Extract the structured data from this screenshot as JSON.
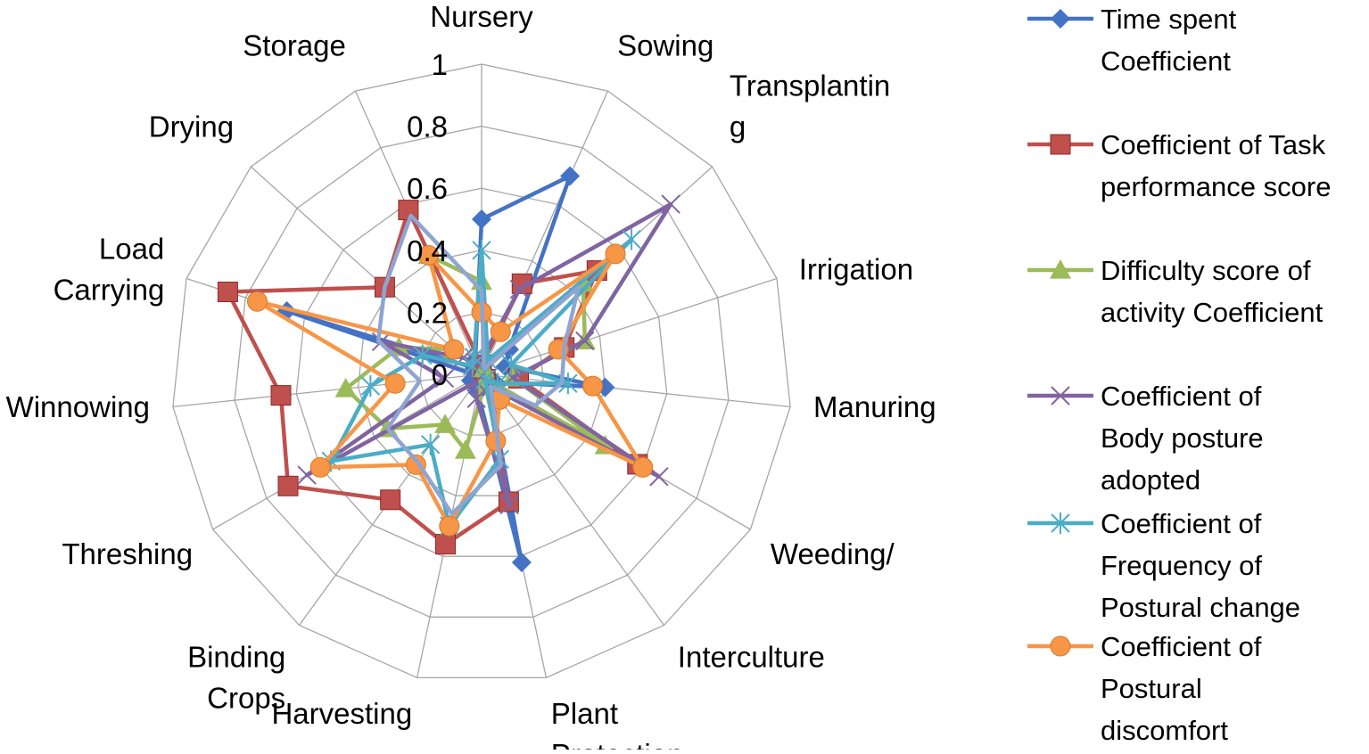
{
  "chart_data": {
    "type": "radar",
    "title": "",
    "categories": [
      [
        "Nursery"
      ],
      [
        "Sowing"
      ],
      [
        "Transplantin",
        "g"
      ],
      [
        "Irrigation"
      ],
      [
        "Manuring"
      ],
      [
        "Weeding/"
      ],
      [
        "Interculture"
      ],
      [
        "Plant",
        "Protection"
      ],
      [
        "Harvesting"
      ],
      [
        "Binding",
        "Crops"
      ],
      [
        "Threshing"
      ],
      [
        "Winnowing"
      ],
      [
        "Load",
        "Carrying"
      ],
      [
        "Drying"
      ],
      [
        "Storage"
      ]
    ],
    "r_ticks": [
      "0",
      "0.2",
      "0.4",
      "0.6",
      "0.8",
      "1"
    ],
    "r_range": [
      0,
      1
    ],
    "grid": true,
    "legend_position": "right",
    "series": [
      {
        "name": [
          "Time spent",
          "Coefficient"
        ],
        "color": "#4472C4",
        "marker": "diamond",
        "values": [
          0.5,
          0.7,
          0.12,
          0.08,
          0.4,
          0.05,
          0.04,
          0.62,
          0.06,
          0.02,
          0.04,
          0.02,
          0.66,
          0.03,
          0.05
        ]
      },
      {
        "name": [
          "Coefficient of Task",
          "performance score"
        ],
        "color": "#C0504D",
        "marker": "square",
        "values": [
          0.03,
          0.32,
          0.5,
          0.28,
          0.12,
          0.58,
          0.02,
          0.42,
          0.56,
          0.5,
          0.72,
          0.65,
          0.86,
          0.42,
          0.58
        ]
      },
      {
        "name": [
          "Difficulty score of",
          "activity Coefficient"
        ],
        "color": "#9BBB59",
        "marker": "triangle",
        "values": [
          0.3,
          0.02,
          0.44,
          0.35,
          0.1,
          0.46,
          0.02,
          0.04,
          0.25,
          0.2,
          0.35,
          0.44,
          0.28,
          0.12,
          0.42
        ]
      },
      {
        "name": [
          "Coefficient of",
          "Body posture",
          "adopted"
        ],
        "color": "#8064A2",
        "marker": "x",
        "values": [
          0.05,
          0.3,
          0.82,
          0.35,
          0.1,
          0.66,
          0.05,
          0.43,
          0.08,
          0.03,
          0.65,
          0.12,
          0.34,
          0.08,
          0.04
        ]
      },
      {
        "name": [
          "Coefficient of",
          "Frequency of",
          "Postural change"
        ],
        "color": "#4BACC6",
        "marker": "star",
        "values": [
          0.4,
          0.05,
          0.65,
          0.1,
          0.28,
          0.06,
          0.02,
          0.28,
          0.5,
          0.28,
          0.56,
          0.36,
          0.2,
          0.04,
          0.06
        ]
      },
      {
        "name": [
          "Coefficient of",
          "Postural",
          "discomfort"
        ],
        "color": "#F79646",
        "marker": "circle",
        "values": [
          0.2,
          0.15,
          0.58,
          0.26,
          0.36,
          0.6,
          0.1,
          0.22,
          0.5,
          0.36,
          0.6,
          0.28,
          0.76,
          0.12,
          0.42
        ]
      },
      {
        "name": [],
        "color": "#8EA5D2",
        "marker": "none",
        "values": [
          0.27,
          0.02,
          0.42,
          0.28,
          0.26,
          0.2,
          0.05,
          0.3,
          0.46,
          0.35,
          0.35,
          0.2,
          0.35,
          0.42,
          0.56
        ]
      }
    ]
  }
}
